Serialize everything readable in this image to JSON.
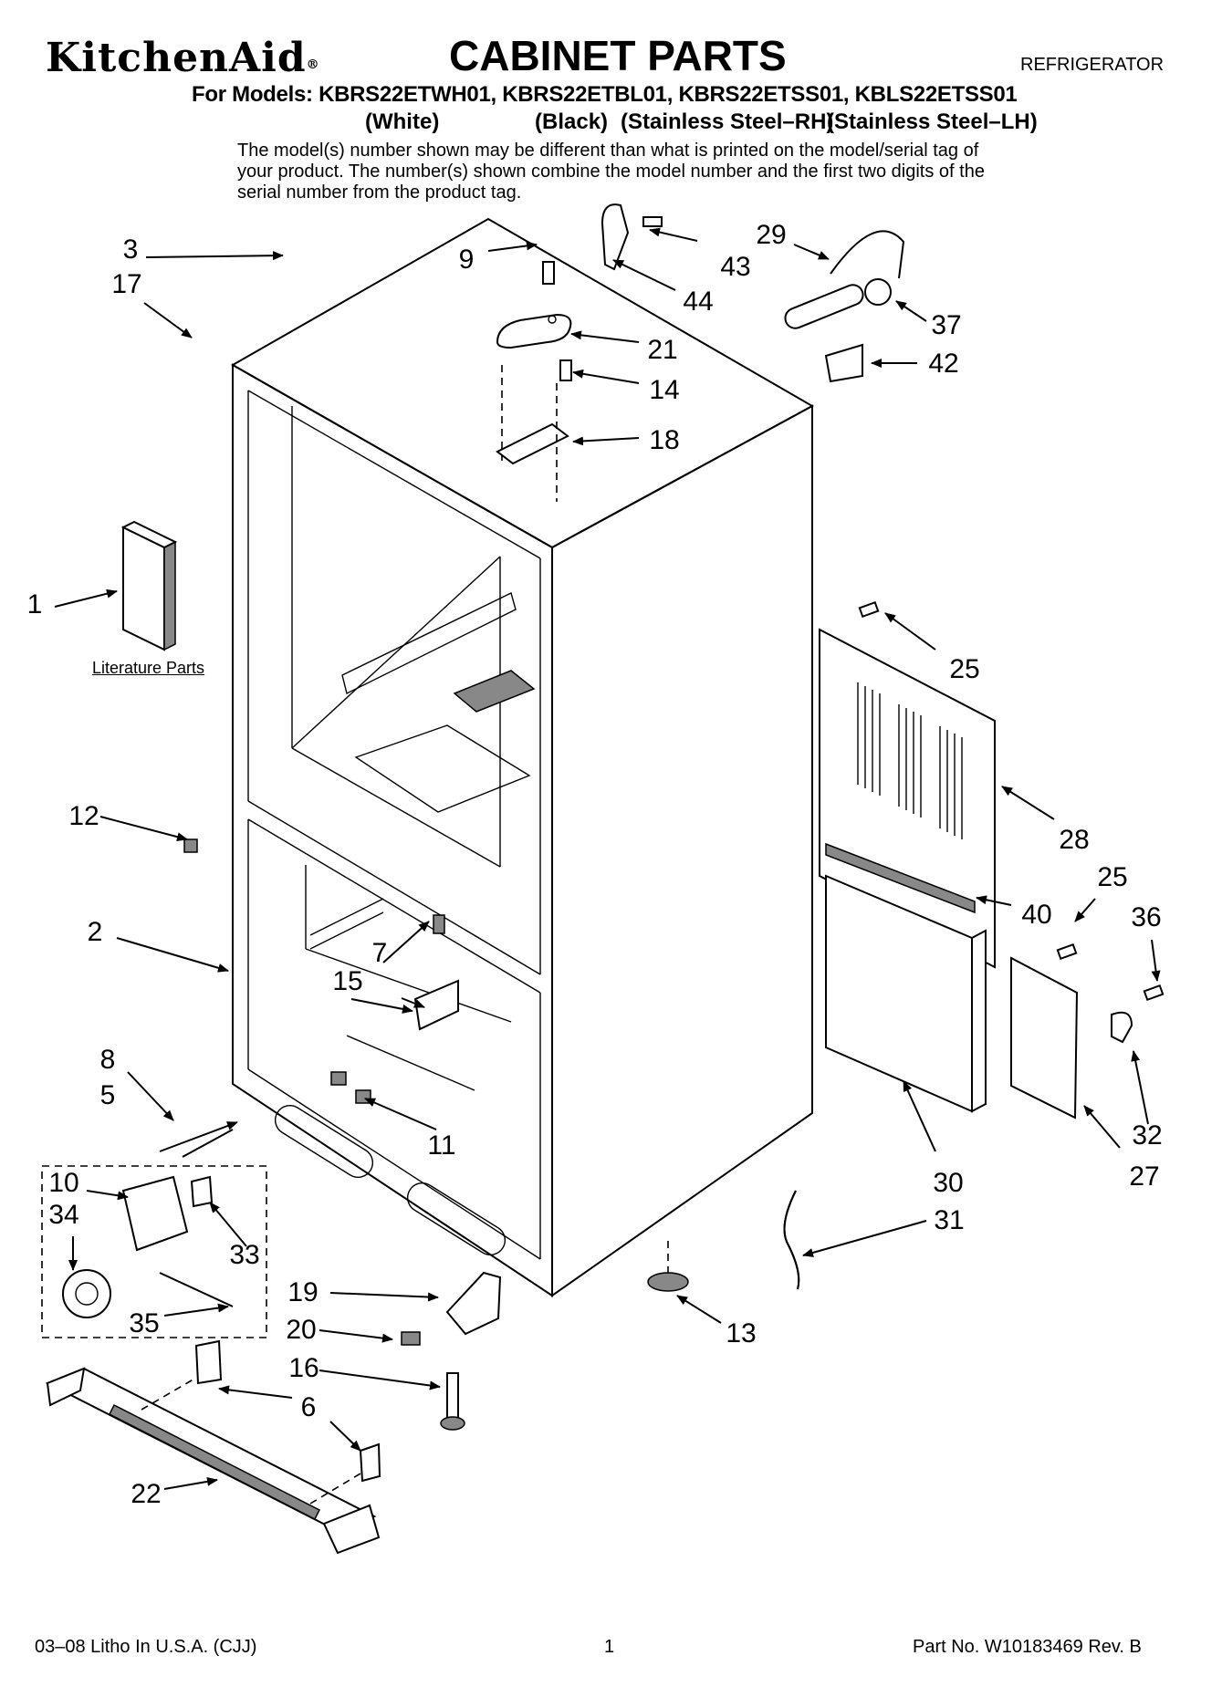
{
  "header": {
    "brand": "KitchenAid",
    "brand_mark": "®",
    "title": "CABINET PARTS",
    "category": "REFRIGERATOR",
    "models_line": "For Models: KBRS22ETWH01, KBRS22ETBL01, KBRS22ETSS01, KBLS22ETSS01",
    "model_colors": [
      "(White)",
      "(Black)",
      "(Stainless Steel–RH)",
      "(Stainless Steel–LH)"
    ],
    "note": "The model(s) number shown may be different than what is printed on the model/serial tag of your product. The number(s) shown combine the model number and the first two digits of the serial number from the product tag."
  },
  "diagram": {
    "literature_label": "Literature Parts",
    "callouts": [
      "1",
      "2",
      "3",
      "5",
      "6",
      "7",
      "8",
      "9",
      "10",
      "11",
      "12",
      "13",
      "14",
      "15",
      "16",
      "17",
      "18",
      "19",
      "20",
      "21",
      "22",
      "25",
      "25",
      "27",
      "28",
      "29",
      "30",
      "31",
      "32",
      "33",
      "34",
      "35",
      "36",
      "37",
      "40",
      "42",
      "43",
      "44"
    ]
  },
  "footer": {
    "litho": "03–08 Litho In U.S.A. (CJJ)",
    "page": "1",
    "part_no": "Part No. W10183469 Rev. B"
  }
}
